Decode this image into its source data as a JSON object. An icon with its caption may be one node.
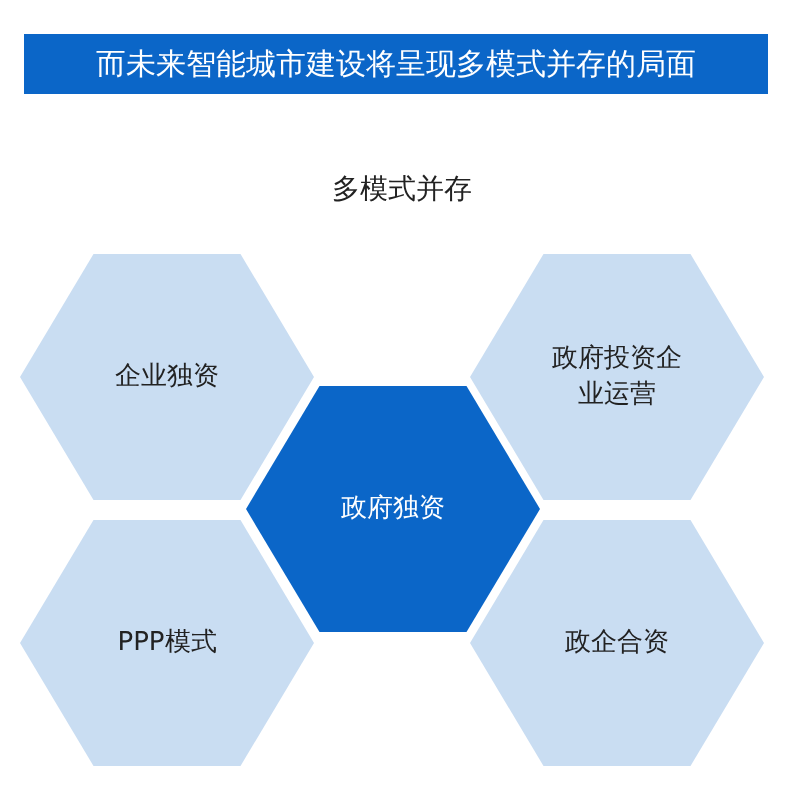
{
  "diagram": {
    "title": "而未来智能城市建设将呈现多模式并存的局面",
    "nodes": [
      {
        "text": [
          "企业独资"
        ]
      },
      {
        "text": [
          "政府投资企业运营"
        ]
      },
      {
        "text": [
          "政府独资"
        ]
      },
      {
        "text": [
          "PPP模式"
        ]
      },
      {
        "text": [
          "政企合资"
        ]
      }
    ],
    "labels": [
      "多模式并存"
    ]
  }
}
